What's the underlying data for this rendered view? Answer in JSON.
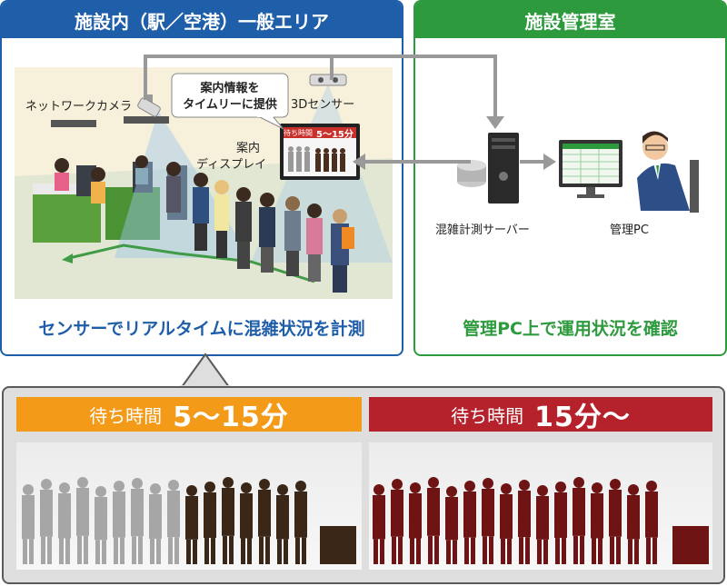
{
  "left_panel": {
    "title": "施設内（駅／空港）一般エリア",
    "caption": "センサーでリアルタイムに混雑状況を計測",
    "network_camera": "ネットワークカメラ",
    "sensor_3d": "3Dセンサー",
    "callout": [
      "案内情報を",
      "タイムリーに提供"
    ],
    "display_label": [
      "案内",
      "ディスプレイ"
    ],
    "display_wait_small": "待ち時間",
    "display_wait_big": "5〜15分"
  },
  "right_panel": {
    "title": "施設管理室",
    "server_label": "混雑計測サーバー",
    "pc_label": "管理PC",
    "caption": "管理PC上で運用状況を確認"
  },
  "bottom": {
    "left_small": "待ち時間",
    "left_big": "5〜15分",
    "right_small": "待ち時間",
    "right_big": "15分〜"
  },
  "colors": {
    "blue": "#1f5ea8",
    "green": "#2e9a3e",
    "orange": "#f39a19",
    "red": "#b5222b",
    "queue_brown": "#3b2718",
    "queue_maroon": "#6e1414",
    "queue_gray": "#a6a6a6"
  }
}
